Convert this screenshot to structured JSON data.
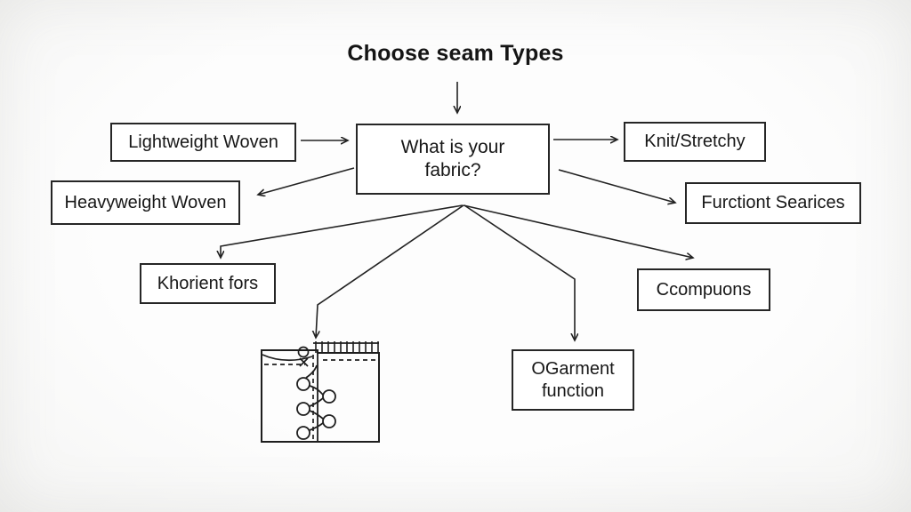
{
  "title": "Choose seam Types",
  "nodes": {
    "central": {
      "label": "What is your fabric?"
    },
    "lightweight": {
      "label": "Lightweight Woven"
    },
    "heavyweight": {
      "label": "Heavyweight Woven"
    },
    "knit": {
      "label": "Knit/Stretchy"
    },
    "functions": {
      "label": "Furctiont Searices"
    },
    "khorient": {
      "label": "Khorient fors"
    },
    "components": {
      "label": "Ccompuons"
    },
    "garment": {
      "label": "OGarment function"
    }
  },
  "illustration": {
    "name": "seam-cross-section-sketch"
  },
  "colors": {
    "ink": "#222222",
    "box_border": "#262626",
    "background": "#fbfbfa"
  }
}
